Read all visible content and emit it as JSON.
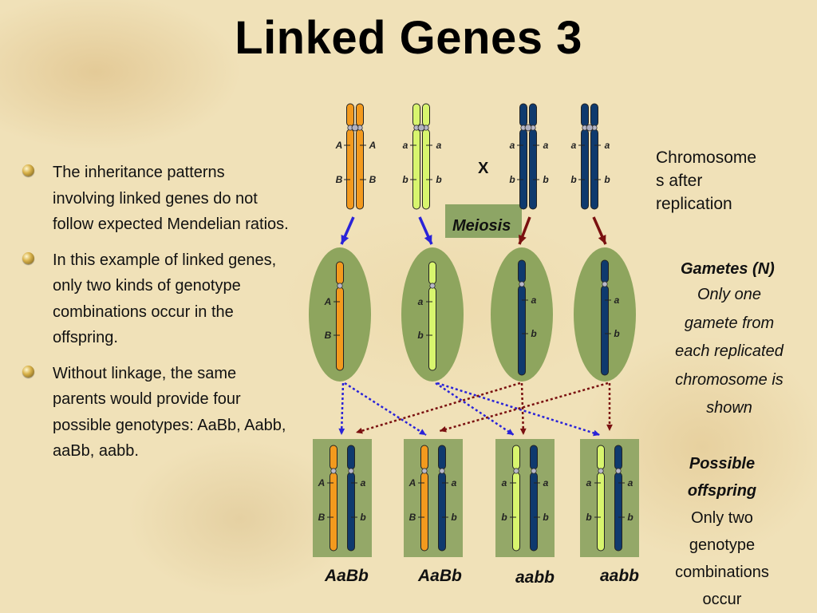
{
  "title": "Linked Genes 3",
  "bullets": [
    "The inheritance patterns involving linked genes do not follow expected Mendelian ratios.",
    "In this example of linked genes, only two kinds of genotype combinations occur in the offspring.",
    "Without linkage, the same parents would provide four possible genotypes: AaBb, Aabb, aaBb, aabb."
  ],
  "cross_symbol": "X",
  "meiosis_label": "Meiosis",
  "chromosomes_note": [
    "Chromosome",
    "s after",
    "replication"
  ],
  "gametes_heading": "Gametes (N)",
  "gametes_note": [
    "Only one",
    "gamete from",
    "each replicated",
    "chromosome is",
    "shown"
  ],
  "offspring_heading": [
    "Possible",
    "offspring"
  ],
  "offspring_note": [
    "Only two",
    "genotype",
    "combinations",
    "occur"
  ],
  "alleles": {
    "A": "A",
    "a": "a",
    "B": "B",
    "b": "b"
  },
  "offspring_genotypes": [
    "AaBb",
    "AaBb",
    "aabb",
    "aabb"
  ],
  "colors": {
    "orange": "#f39a1e",
    "lime": "#d8f56e",
    "navy": "#0f3a6e",
    "ellipse": "#8ea55e",
    "box": "#94a868",
    "meiosis_box": "#8da565",
    "blue_arrow": "#2a23d8",
    "red_arrow": "#7a1010"
  }
}
